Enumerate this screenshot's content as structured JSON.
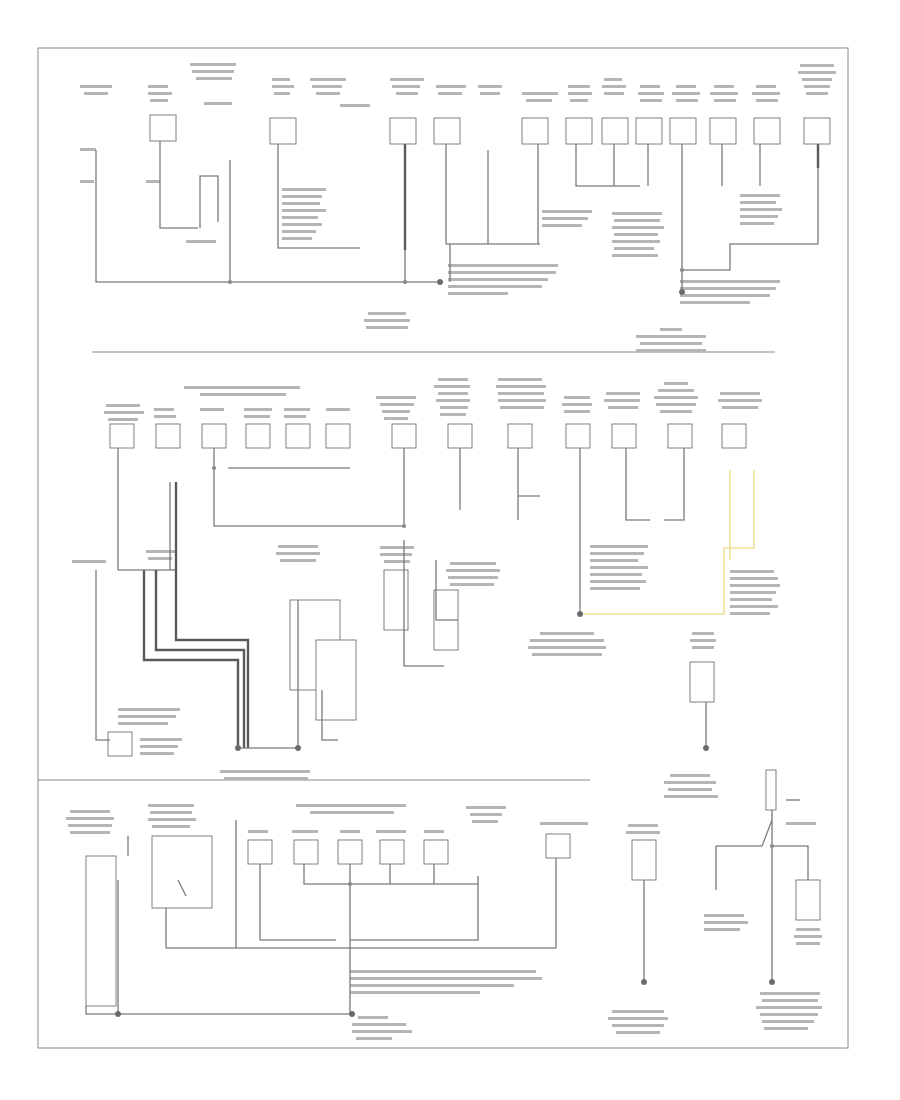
{
  "diagram": {
    "type": "wiring-diagram",
    "title": "",
    "sections": [
      "upper-ground-distribution",
      "middle-ground-distribution",
      "lower-ground-distribution"
    ],
    "colors": {
      "wire": "#7a7a7a",
      "wire_heavy": "#5a5a5a",
      "highlight_wire": "#f2df95",
      "frame": "#8a8a8a",
      "background": "#ffffff"
    },
    "page_code": ""
  }
}
